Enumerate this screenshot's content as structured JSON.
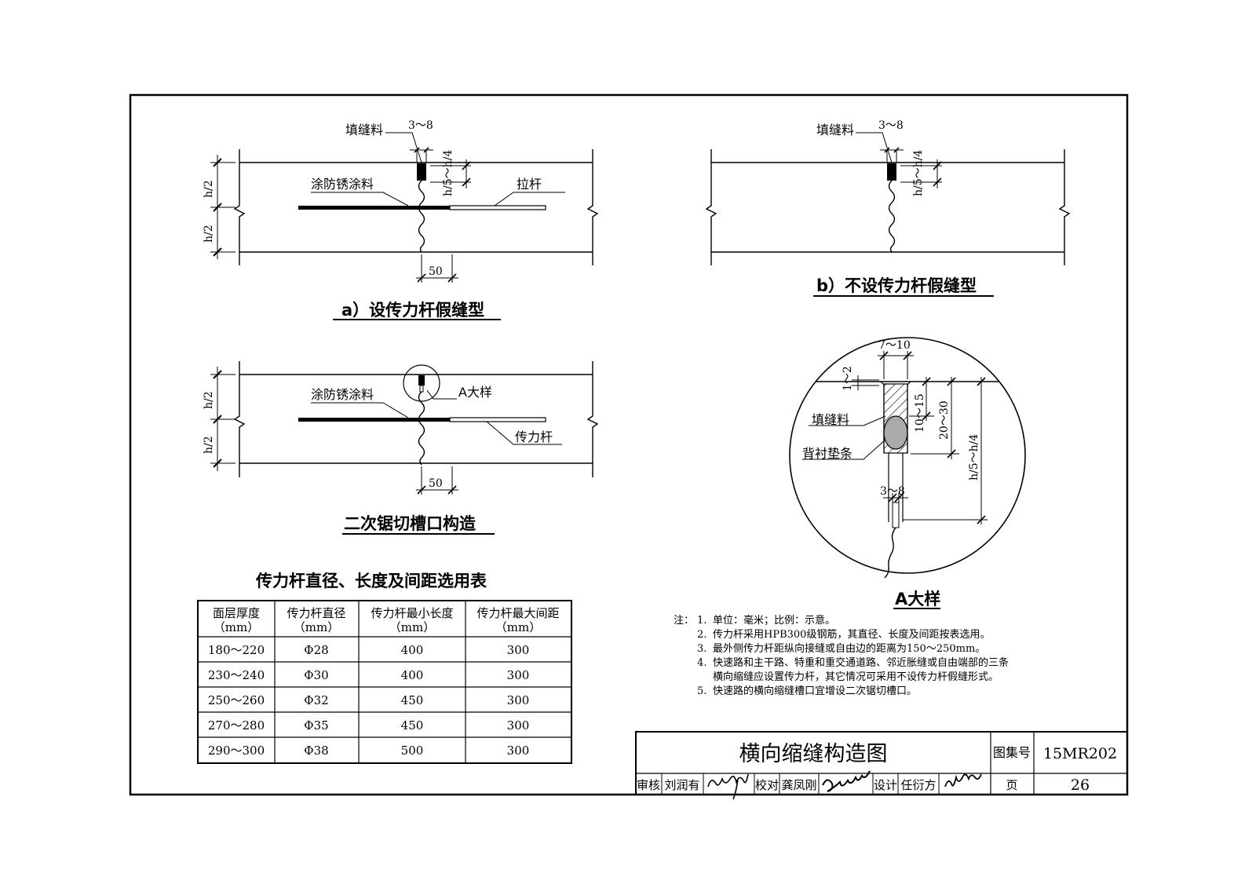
{
  "drawings": {
    "a": {
      "caption": "a）设传力杆假缝型",
      "filler_label": "填缝料",
      "gap_label": "3～8",
      "depth_label": "h/5～h/4",
      "coating_label": "涂防锈涂料",
      "bar_label": "拉杆",
      "half_top": "h/2",
      "half_bottom": "h/2",
      "dim_50": "50"
    },
    "b": {
      "caption": "b）不设传力杆假缝型",
      "filler_label": "填缝料",
      "gap_label": "3～8",
      "depth_label": "h/5～h/4"
    },
    "c": {
      "caption": "二次锯切槽口构造",
      "coating_label": "涂防锈涂料",
      "detail_ref": "A大样",
      "bar_label": "传力杆",
      "half_top": "h/2",
      "half_bottom": "h/2",
      "dim_50": "50"
    },
    "detail": {
      "caption": "A大样",
      "width_label": "7～10",
      "chamfer_label": "1～2",
      "filler_label": "填缝料",
      "backer_label": "背衬垫条",
      "d1_label": "10～15",
      "d2_label": "20～30",
      "d3_label": "h/5～h/4",
      "gap_label": "3～8"
    }
  },
  "table": {
    "title": "传力杆直径、长度及间距选用表",
    "headers": [
      [
        "面层厚度",
        "（mm）"
      ],
      [
        "传力杆直径",
        "（mm）"
      ],
      [
        "传力杆最小长度",
        "（mm）"
      ],
      [
        "传力杆最大间距",
        "（mm）"
      ]
    ],
    "rows": [
      [
        "180～220",
        "Φ28",
        "400",
        "300"
      ],
      [
        "230～240",
        "Φ30",
        "400",
        "300"
      ],
      [
        "250～260",
        "Φ32",
        "450",
        "300"
      ],
      [
        "270～280",
        "Φ35",
        "450",
        "300"
      ],
      [
        "290～300",
        "Φ38",
        "500",
        "300"
      ]
    ]
  },
  "notes": {
    "lead": "注：",
    "items": [
      {
        "num": "1.",
        "lines": [
          "单位：毫米；比例：示意。"
        ]
      },
      {
        "num": "2.",
        "lines": [
          "传力杆采用HPB300级钢筋，其直径、长度及间距按表选用。"
        ]
      },
      {
        "num": "3.",
        "lines": [
          "最外侧传力杆距纵向接缝或自由边的距离为150～250mm。"
        ]
      },
      {
        "num": "4.",
        "lines": [
          "快速路和主干路、特重和重交通道路、邻近胀缝或自由端部的三条",
          "横向缩缝应设置传力杆，其它情况可采用不设传力杆假缝形式。"
        ]
      },
      {
        "num": "5.",
        "lines": [
          "快速路的横向缩缝槽口宜增设二次锯切槽口。"
        ]
      }
    ]
  },
  "title_block": {
    "title": "横向缩缝构造图",
    "atlas_label": "图集号",
    "atlas_no": "15MR202",
    "review_label": "审核",
    "reviewer": "刘润有",
    "check_label": "校对",
    "checker": "龚凤刚",
    "design_label": "设计",
    "designer": "任衍方",
    "page_label": "页",
    "page_no": "26"
  }
}
